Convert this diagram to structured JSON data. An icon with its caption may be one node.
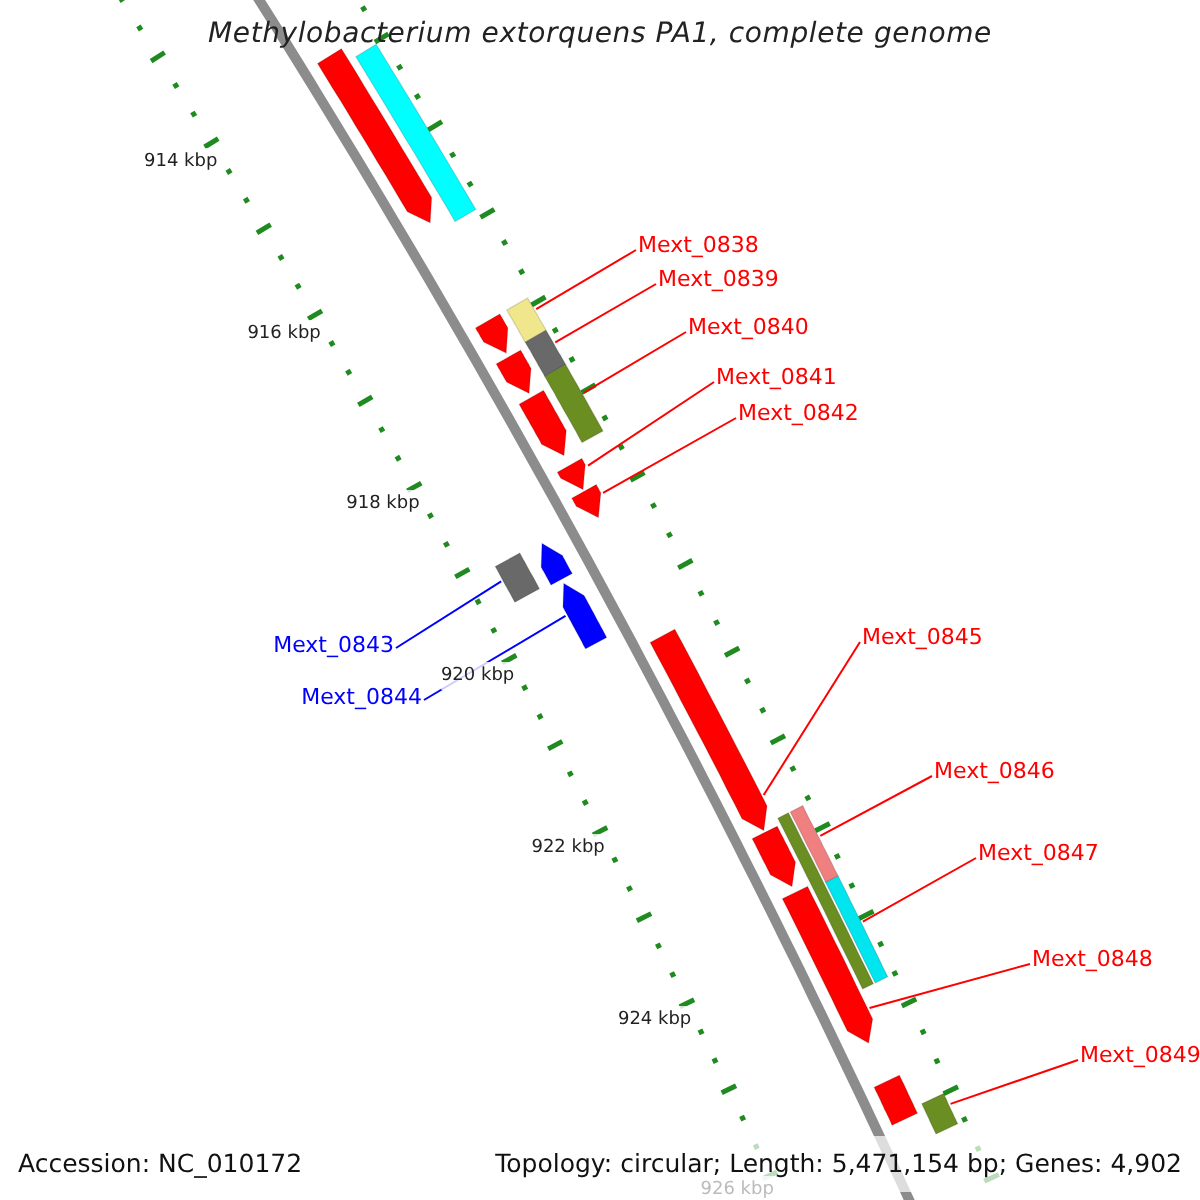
{
  "diagram": {
    "title": "Methylobacterium extorquens PA1, complete genome",
    "nodes": [
      {
        "text": [
          "Mext_0838"
        ]
      },
      {
        "text": [
          "Mext_0839"
        ]
      },
      {
        "text": [
          "Mext_0840"
        ]
      },
      {
        "text": [
          "Mext_0841"
        ]
      },
      {
        "text": [
          "Mext_0842"
        ]
      },
      {
        "text": [
          "Mext_0843"
        ]
      },
      {
        "text": [
          "Mext_0844"
        ]
      },
      {
        "text": [
          "Mext_0845"
        ]
      },
      {
        "text": [
          "Mext_0846"
        ]
      },
      {
        "text": [
          "Mext_0847"
        ]
      },
      {
        "text": [
          "Mext_0848"
        ]
      },
      {
        "text": [
          "Mext_0849"
        ]
      },
      {
        "text": [],
        "shape": "arrow"
      },
      {
        "text": [],
        "shape": "bar"
      },
      {
        "text": [],
        "shape": "bar"
      },
      {
        "text": [],
        "shape": "arrow"
      },
      {
        "text": [],
        "shape": "bar"
      },
      {
        "text": [],
        "shape": "arrow"
      },
      {
        "text": [],
        "shape": "bar"
      },
      {
        "text": [],
        "shape": "arrow"
      },
      {
        "text": [],
        "shape": "arrow"
      },
      {
        "text": [],
        "shape": "arrow"
      },
      {
        "text": [],
        "shape": "bar"
      },
      {
        "text": [],
        "shape": "arrow"
      },
      {
        "text": [],
        "shape": "arrow"
      },
      {
        "text": [],
        "shape": "arrow"
      },
      {
        "text": [],
        "shape": "bar"
      },
      {
        "text": [],
        "shape": "bar"
      },
      {
        "text": [],
        "shape": "arrow"
      },
      {
        "text": [],
        "shape": "arrow"
      },
      {
        "text": [],
        "shape": "bar"
      },
      {
        "text": [],
        "shape": "arrow"
      },
      {
        "text": [],
        "shape": "bar"
      }
    ],
    "edges": [
      {
        "from": 0,
        "to": 14,
        "arrow": "none"
      },
      {
        "from": 1,
        "to": 16,
        "arrow": "none"
      },
      {
        "from": 2,
        "to": 18,
        "arrow": "none"
      },
      {
        "from": 3,
        "to": 20,
        "arrow": "none"
      },
      {
        "from": 4,
        "to": 21,
        "arrow": "none"
      },
      {
        "from": 5,
        "to": 22,
        "arrow": "none",
        "color": "#0000ff"
      },
      {
        "from": 6,
        "to": 24,
        "arrow": "none",
        "color": "#0000ff"
      },
      {
        "from": 7,
        "to": 25,
        "arrow": "none"
      },
      {
        "from": 8,
        "to": 27,
        "arrow": "none"
      },
      {
        "from": 9,
        "to": 30,
        "arrow": "none"
      },
      {
        "from": 10,
        "to": 29,
        "arrow": "none"
      },
      {
        "from": 11,
        "to": 32,
        "arrow": "none"
      }
    ],
    "labels": [
      "914 kbp",
      "916 kbp",
      "918 kbp",
      "920 kbp",
      "922 kbp",
      "924 kbp",
      "926 kbp",
      "Accession: NC_010172",
      "Topology: circular; Length: 5,471,154 bp; Genes: 4,902"
    ]
  }
}
